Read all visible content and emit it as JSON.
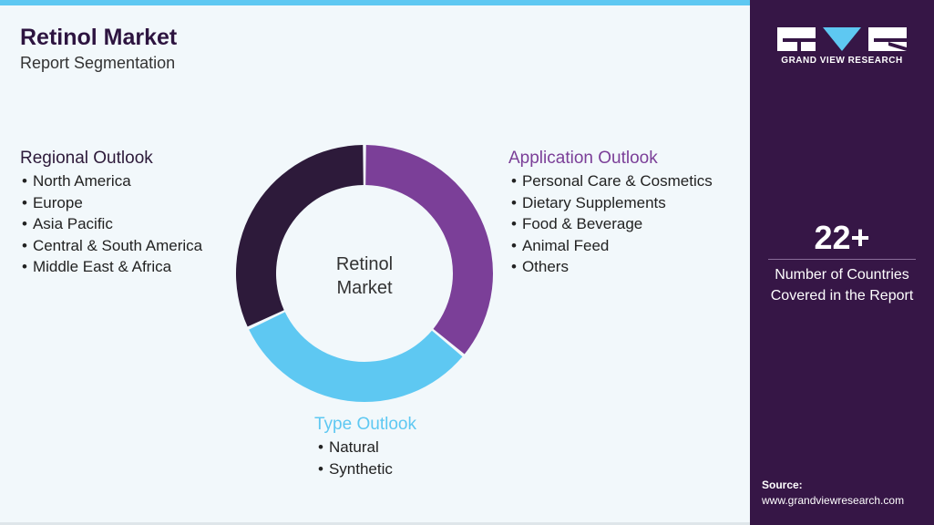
{
  "header": {
    "title": "Retinol Market",
    "subtitle": "Report Segmentation"
  },
  "segments": {
    "regional": {
      "heading": "Regional Outlook",
      "items": [
        "North America",
        "Europe",
        "Asia Pacific",
        "Central & South America",
        "Middle East & Africa"
      ]
    },
    "application": {
      "heading": "Application Outlook",
      "items": [
        "Personal Care & Cosmetics",
        "Dietary Supplements",
        "Food & Beverage",
        "Animal Feed",
        "Others"
      ]
    },
    "type": {
      "heading": "Type Outlook",
      "items": [
        "Natural",
        "Synthetic"
      ]
    }
  },
  "donut": {
    "center_line1": "Retinol",
    "center_line2": "Market",
    "segments": [
      {
        "segment": "application",
        "share": 0.36,
        "color": "#7b3f98"
      },
      {
        "segment": "type",
        "share": 0.32,
        "color": "#5ec8f2"
      },
      {
        "segment": "regional",
        "share": 0.32,
        "color": "#2d1a3a"
      }
    ]
  },
  "sidebar": {
    "brand": "GRAND VIEW RESEARCH",
    "stat_value": "22+",
    "stat_label_line1": "Number of Countries",
    "stat_label_line2": "Covered in the Report",
    "source_label": "Source:",
    "source_url": "www.grandviewresearch.com"
  },
  "colors": {
    "accent_purple": "#7b3f98",
    "accent_blue": "#5ec8f2",
    "dark_purple": "#2d1a3a",
    "sidebar_bg": "#361646"
  }
}
